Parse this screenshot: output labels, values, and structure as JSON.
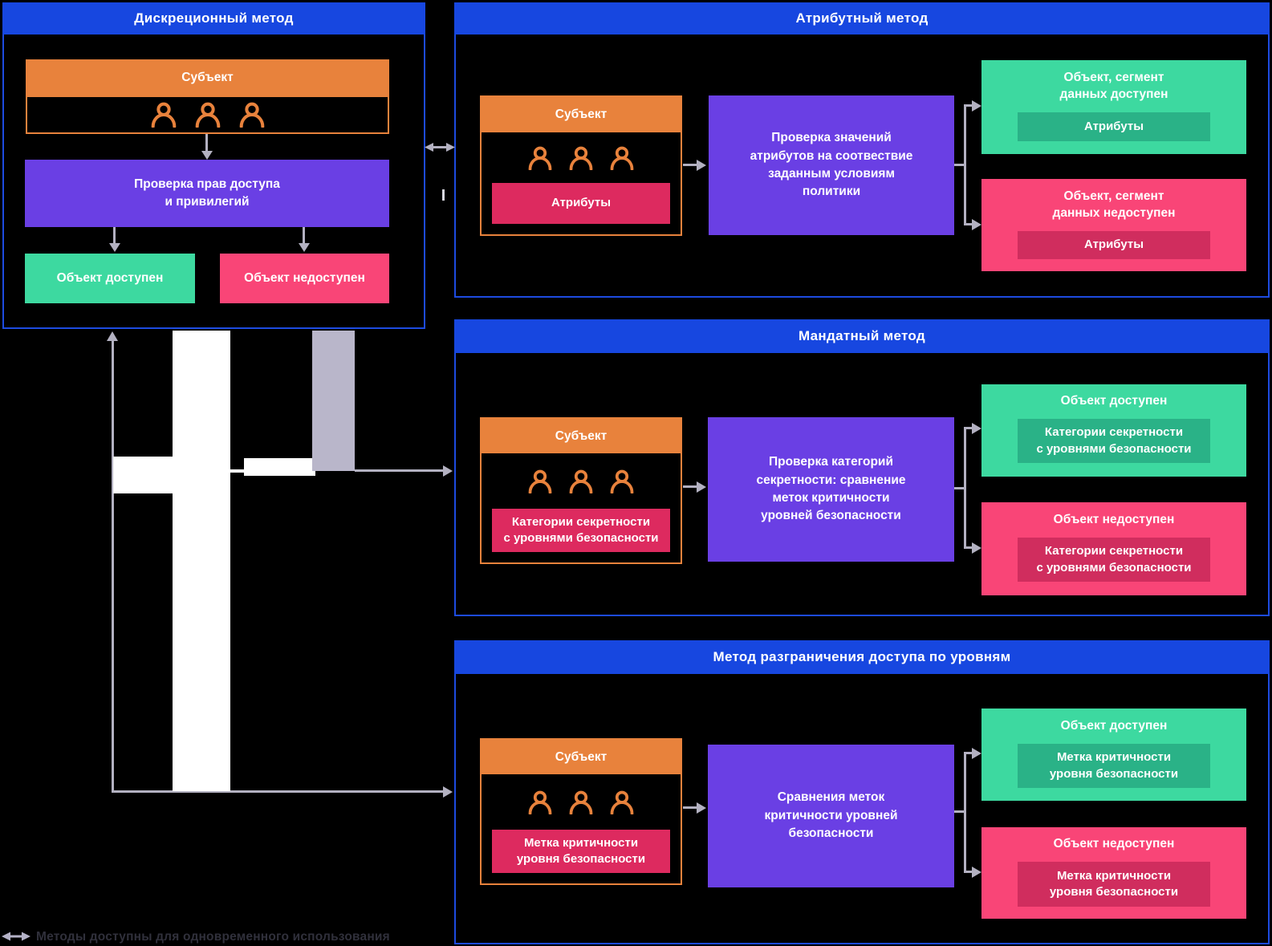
{
  "colors": {
    "header_blue": "#1747e0",
    "border_blue": "#1d4be0",
    "orange": "#e8823c",
    "purple": "#6a3fe4",
    "green": "#3dd9a0",
    "green_dark": "#2ab287",
    "pink": "#f94577",
    "crimson": "#d02d5e",
    "arrow_gray": "#b3b1c1",
    "lavender": "#b9b6ca"
  },
  "panels": [
    {
      "title": "Дискреционный метод",
      "subject": {
        "label": "Субъект"
      },
      "process": "Проверка прав доступа\nи привилегий",
      "granted": {
        "title": "Объект доступен"
      },
      "denied": {
        "title": "Объект недоступен"
      }
    },
    {
      "title": "Атрибутный метод",
      "subject": {
        "label": "Субъект",
        "tag": "Атрибуты"
      },
      "process": "Проверка значений\nатрибутов на соотвествие\nзаданным условиям\nполитики",
      "granted": {
        "title": "Объект, сегмент\nданных доступен",
        "tag": "Атрибуты"
      },
      "denied": {
        "title": "Объект, сегмент\nданных недоступен",
        "tag": "Атрибуты"
      }
    },
    {
      "title": "Мандатный метод",
      "subject": {
        "label": "Субъект",
        "tag": "Категории секретности\nс уровнями безопасности"
      },
      "process": "Проверка категорий\nсекретности: сравнение\nметок критичности\nуровней безопасности",
      "granted": {
        "title": "Объект доступен",
        "tag": "Категории секретности\nс уровнями безопасности"
      },
      "denied": {
        "title": "Объект недоступен",
        "tag": "Категории секретности\nс уровнями безопасности"
      }
    },
    {
      "title": "Метод разграничения доступа по уровням",
      "subject": {
        "label": "Субъект",
        "tag": "Метка критичности\nуровня безопасности"
      },
      "process": "Сравнения меток\nкритичности уровней\nбезопасности",
      "granted": {
        "title": "Объект доступен",
        "tag": "Метка критичности\nуровня безопасности"
      },
      "denied": {
        "title": "Объект недоступен",
        "tag": "Метка критичности\nуровня безопасности"
      }
    }
  ],
  "legend": {
    "text": "Методы доступны для одновременного использования"
  }
}
